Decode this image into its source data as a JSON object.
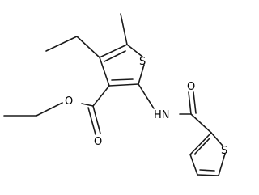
{
  "molecule": {
    "atom_labels": {
      "sulfur_thiophene_main": "S",
      "sulfur_thiophene_amide": "S",
      "ester_ether_oxygen": "O",
      "ester_carbonyl_oxygen": "O",
      "amide_carbonyl_oxygen": "O",
      "amide_nh": "HN"
    },
    "colors": {
      "bond": "#1a1a1a",
      "label": "#000000",
      "background": "#ffffff"
    }
  }
}
